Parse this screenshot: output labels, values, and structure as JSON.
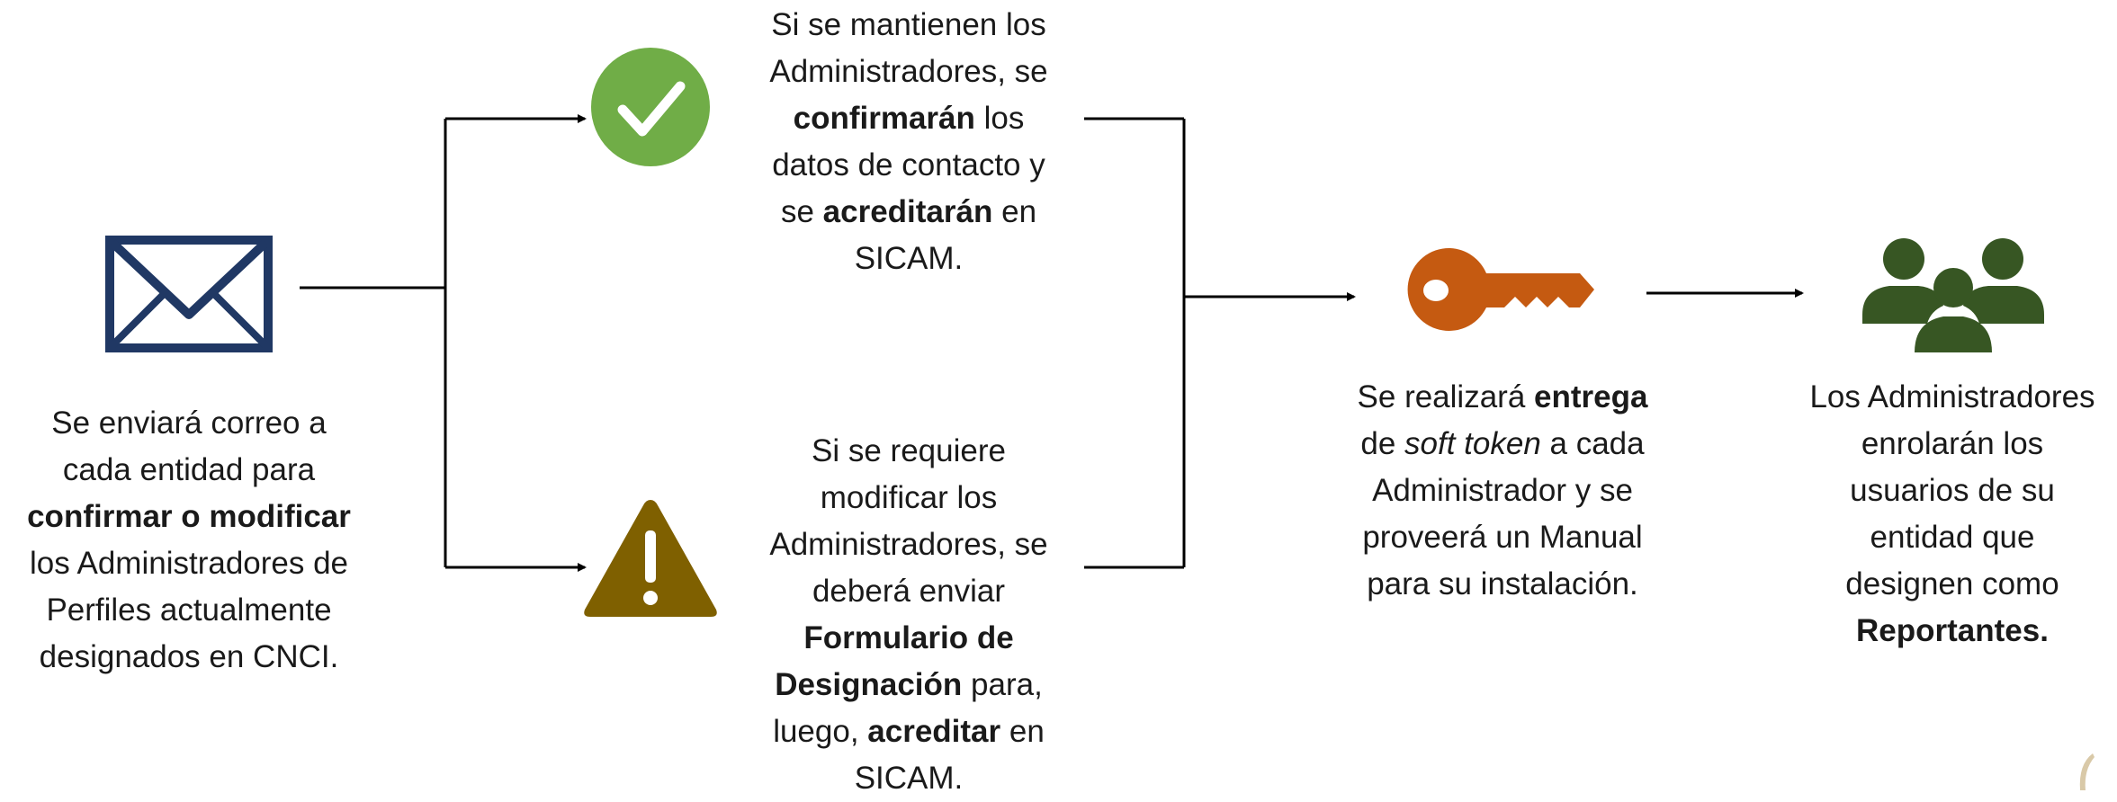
{
  "steps": {
    "email": {
      "icon": "envelope-icon",
      "color": "#203864",
      "text": {
        "l1": "Se enviará correo a",
        "l2": "cada entidad para",
        "l3": "confirmar o modificar",
        "l4": "los Administradores de",
        "l5": "Perfiles actualmente",
        "l6": "designados en CNCI."
      }
    },
    "confirm": {
      "icon": "check-circle-icon",
      "color": "#70AD47",
      "text": {
        "l1": "Si se mantienen los",
        "l2": "Administradores, se",
        "l3_bold": "confirmarán",
        "l3_rest": " los",
        "l4": "datos de contacto y",
        "l5_pre": "se ",
        "l5_bold": "acreditarán",
        "l5_rest": " en",
        "l6": "SICAM."
      }
    },
    "modify": {
      "icon": "warning-triangle-icon",
      "color": "#7F6000",
      "text": {
        "l1": "Si se requiere",
        "l2": "modificar los",
        "l3": "Administradores, se",
        "l4": "deberá enviar",
        "l5": "Formulario de",
        "l6_bold": "Designación",
        "l6_rest": " para,",
        "l7_pre": "luego, ",
        "l7_bold": "acreditar",
        "l7_rest": " en",
        "l8": "SICAM."
      }
    },
    "token": {
      "icon": "key-icon",
      "color": "#C55A11",
      "text": {
        "l1_pre": "Se realizará ",
        "l1_bold": "entrega",
        "l2_pre": "de ",
        "l2_italic": "soft token",
        "l2_rest": " a cada",
        "l3": "Administrador y se",
        "l4": "proveerá un Manual",
        "l5": "para su instalación."
      }
    },
    "users": {
      "icon": "users-group-icon",
      "color": "#375623",
      "text": {
        "l1": "Los Administradores",
        "l2": "enrolarán los",
        "l3": "usuarios de su",
        "l4": "entidad que",
        "l5": "designen como",
        "l6": "Reportantes."
      }
    }
  }
}
